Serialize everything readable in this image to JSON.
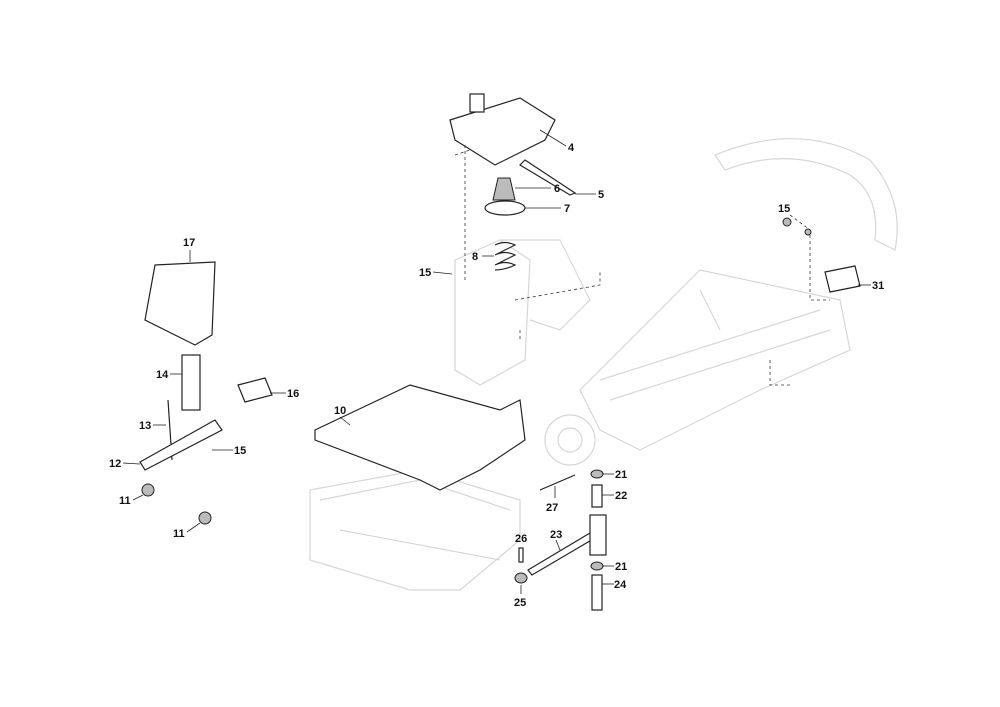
{
  "callouts": {
    "c4": "4",
    "c5": "5",
    "c6": "6",
    "c7": "7",
    "c8": "8",
    "c15a": "15",
    "c15b": "15",
    "c15c": "15",
    "c17": "17",
    "c14": "14",
    "c16": "16",
    "c13": "13",
    "c12": "12",
    "c11a": "11",
    "c11b": "11",
    "c10": "10",
    "c27": "27",
    "c21a": "21",
    "c21b": "21",
    "c22": "22",
    "c23": "23",
    "c24": "24",
    "c25": "25",
    "c26": "26",
    "c31": "31"
  },
  "colors": {
    "ink": "#222222",
    "ghost": "#d6d6d6"
  }
}
